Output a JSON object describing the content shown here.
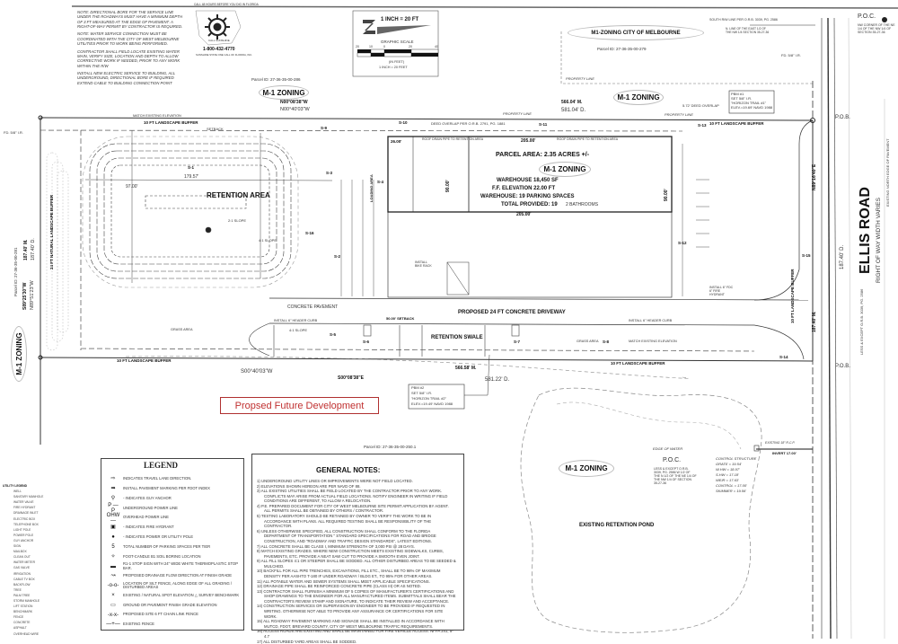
{
  "top_notes": [
    "NOTE: DIRECTIONAL BORE FOR THE SERVICE LINE UNDER THE ROADWAYS MUST HAVE A MINIMUM DEPTH OF 3 FT MEASURED AT THE EDGE OF PAVEMENT. A RIGHT-OF-WAY PERMIT BY CONTRACTOR IS REQUIRED.",
    "NOTE: WATER SERVICE CONNECTION MUST BE COORDINATED WITH THE CITY OF WEST MELBOURNE UTILITIES PRIOR TO WORK BEING PERFORMED.",
    "CONTRACTOR SHALL FIELD LOCATE EXISTING WATER MAIN, VERIFY SIZE, LOCATION AND DEPTH TO ALLOW CORRECTIVE WORK IF NEEDED, PRIOR TO ANY WORK WITHIN THE R/W",
    "INSTALL NEW ELECTRIC SERVICE TO BUILDING, ALL UNDERGROUND, DIRECTIONAL BORE IF REQUIRED EXTEND CABLE TO BUILDING CONNECTION POINT"
  ],
  "call811": {
    "header": "CALL 48 HOURS BEFORE YOU DIG IN FLORIDA",
    "logo_text": "CALL SUNSHINE",
    "phone": "1-800-432-4770",
    "footer": "SUNSHINE STATE ONE CALL OF FLORIDA, INC."
  },
  "scale": {
    "title": "1 INCH = 20 FT",
    "label": "GRAPHIC SCALE",
    "ticks": [
      "20",
      "10",
      "0",
      "20",
      "40"
    ],
    "units": "(IN FEET)",
    "ratio": "1 INCH = 20 FEET"
  },
  "zoning": {
    "melbourne": "M1-ZONING CITY OF MELBOURNE",
    "melbourne_parcel": "Parcel ID: 27-36-35-00-279",
    "north_parcel": "Parcel ID: 27-36-35-00-286",
    "west_parcel": "Parcel ID: 27-36-35-00-281",
    "south_parcel": "Parcel ID: 27-36-35-00-250.1",
    "m1": "M-1 ZONING",
    "property_line": "PROPERTY LINE"
  },
  "bearings": {
    "north_m": "566.04' M.",
    "north_d": "581.04' D.",
    "north_bearing_1": "N00°08'38\"W",
    "north_bearing_2": "N00°40'03\"W",
    "south_m": "566.58' M.",
    "south_d": "581.22' D.",
    "south_bearing_1": "S00°40'03\"W",
    "south_bearing_2": "S00°08'38\"E",
    "west_m": "187.40' M.",
    "west_d": "187.40' D.",
    "west_bearing_1": "S89°25'30\"W",
    "west_bearing_2": "N89°51'23\"W",
    "east_m": "187.40' M.",
    "east_bearing": "N89°16'40\"E",
    "east_d": "187.40' D."
  },
  "site": {
    "landscape_buffer_10": "10 FT LANDSCAPE BUFFER",
    "landscape_buffer_24": "24 FT NATURAL LANDSCAPE BUFFER",
    "setback": "SETBACK",
    "retention_area": "RETENTION AREA",
    "retention_dim_len": "179.57'",
    "retention_dim_w": "97.00'",
    "retention_slope": "2:1 SLOPE",
    "slope_41": "4:1 SLOPE",
    "concrete_pavement": "CONCRETE PAVEMENT",
    "driveway": "PROPOSED 24 FT CONCRETE DRIVEWAY",
    "retention_swale": "RETENTION SWALE",
    "loading_area": "LOADING AREA",
    "bathrooms": "2 BATHROOMS",
    "deed_overlap": "DEED OVERLAP PER O.R.B. 2791, PG. 1881",
    "overlap": "5.72' DEED OVERLAP",
    "match_existing": "MATCH EXISTING ELEVATION",
    "grass_area": "GRASS AREA",
    "roof_drain": "ROOF DRAIN PIPE TO RETENTION AREA",
    "header_curb": "INSTALL 6\" HEADER CURB",
    "bike_rack": "INSTALL BIKE RACK",
    "fire_hydrant": "INSTALL 6\" FDC 6\" FIRE HYDRANT",
    "setback_dim": "50.00' SETBACK",
    "dim_206": "205.00'",
    "dim_90": "90.00'",
    "dim_26": "26.00'",
    "boring_labels": [
      "S-1",
      "S-2",
      "S-3",
      "S-4",
      "S-5",
      "S-6",
      "S-7",
      "S-8",
      "S-9",
      "S-10",
      "S-11",
      "S-12",
      "S-13",
      "S-14",
      "S-15",
      "S-16"
    ]
  },
  "building": {
    "parcel_area": "PARCEL AREA: 2.35 ACRES +/-",
    "zoning": "M-1 ZONING",
    "warehouse": "WAREHOUSE 18,450 SF",
    "ff_elevation": "F.F. ELEVATION 22.00 FT",
    "parking": "WAREHOUSE: 19 PARKING SPACES",
    "total": "TOTAL PROVIDED: 19"
  },
  "benchmarks": {
    "pbm1": [
      "PBM #1",
      "SET 5/8\" I.R.",
      "\"HORIZON TRAIL #1\"",
      "ELEV.=19.69' NAVD 1988"
    ],
    "pbm2": [
      "PBM #2",
      "SET 5/8\" I.R.",
      "\"HORIZON TRAIL #2\"",
      "ELEV.=19.49' NAVD 1988"
    ]
  },
  "east": {
    "poc": "P.O.C.",
    "poc_desc": "NW CORNER OF THE NE 1/4 OF THE NW 1/4 OF SECTION 35-27-36",
    "pob": "P.O.B.",
    "pob2": "P.O.B.",
    "south_rw": "SOUTH R/W LINE PER O.R.B. 3039, PG. 2586",
    "n_line": "N. LINE OF THE EAST 1/2 OF THE NW 1/4 SECTION 35-27-36",
    "road": "ELLIS ROAD",
    "row": "RIGHT OF WAY WIDTH VARIES",
    "edge_pavement": "EXISTING NORTH EDGE OF PAVEMENT",
    "less_except": "LESS & EXCEPT O.R.B. 3039, PG. 2586",
    "fd": "FD. 5/8\" I.R."
  },
  "pond": {
    "zoning": "M-1 ZONING",
    "name": "EXISTING RETENTION POND",
    "edge": "EDGE OF WATER",
    "poc": "P.O.C.",
    "poc_desc": "LESS & EXCEPT O.R.B. 3039, PG. 2586 W 1/2 OF THE N 1/2 OF THE NE 1/4 OF THE NW 1/4 OF SECTION 35-27-36",
    "control": [
      "CONTROL STRUCTURE",
      "GRATE = 19.54'",
      "W.HW = 18.97'",
      "S.HW = 17.18'",
      "WEIR = 17.63'",
      "CONTROL = 17.00'",
      "SKIMMER = 19.56'"
    ],
    "invert": "INVERT 17.00'",
    "existing_rcp": "EXISTING 18\" R.C.P."
  },
  "future_development": "Propsed Future Development",
  "legend": {
    "title": "LEGEND",
    "items": [
      {
        "sym": "⇨",
        "text": "INDICATES TRAVEL LANE DIRECTION."
      },
      {
        "sym": "➡",
        "text": "INSTALL PAVEMENT MARKING PER FDOT INDEX"
      },
      {
        "sym": "⚲",
        "text": "- INDICATES GUY ANCHOR"
      },
      {
        "sym": "P — P",
        "text": "UNDERGROUND POWER LINE"
      },
      {
        "sym": "OHW —",
        "text": "OVERHEAD POWER LINE"
      },
      {
        "sym": "▣",
        "text": "- INDICATES FIRE HYDRANT"
      },
      {
        "sym": "●",
        "text": "- INDICATES POWER OR UTILITY POLE"
      },
      {
        "sym": "5",
        "text": "TOTAL NUMBER OF PARKING SPACES PER TIER"
      },
      {
        "sym": "✧",
        "text": "FOOT-CANDLE    B1 SOIL BORING LOCATION"
      },
      {
        "sym": "▬",
        "text": "R1-1 STOP SIGN WITH 24\" WIDE WHITE THERMOPLASTIC STOP BAR."
      },
      {
        "sym": "↝",
        "text": "PROPOSED DRAINAGE FLOW DIRECTION AT FINISH GRADE"
      },
      {
        "sym": "-o-o-",
        "text": "LOCATION OF SILT FENCE, ALONG EDGE OF ALL GRADING / DISTURBED AREAS"
      },
      {
        "sym": "×",
        "text": "EXISTING / NATURAL SPOT ELEVATION   △ SURVEY BENCHMARK"
      },
      {
        "sym": "▭",
        "text": "GROUND OR PAVEMENT FINISH GRADE ELEVATION"
      },
      {
        "sym": "-x-x-",
        "text": "PROPOSED SITE 6 FT CHAIN LINK FENCE"
      },
      {
        "sym": "—+—",
        "text": "EXISTING FENCE"
      }
    ]
  },
  "utility_legend": {
    "title": "UTILITY LEGEND",
    "items": [
      "WELL",
      "SANITARY MANHOLE",
      "WATER VALVE",
      "FIRE HYDRANT",
      "DRAINAGE INLET",
      "ELECTRIC BOX",
      "TELEPHONE BOX",
      "LIGHT POLE",
      "POWER POLE",
      "GUY ANCHOR",
      "SIGN",
      "MAILBOX",
      "CLEAN OUT",
      "WATER METER",
      "GAS VALVE",
      "IRRIGATION",
      "CABLE TV BOX",
      "BACKFLOW",
      "TREE",
      "PALM TREE",
      "STORM MANHOLE",
      "LIFT STATION",
      "BENCHMARK",
      "FENCE",
      "CONCRETE",
      "ASPHALT",
      "OVERHEAD WIRE"
    ]
  },
  "general_notes": {
    "title": "GENERAL NOTES:",
    "items": [
      "1) UNDERGROUND UTILITY LINES OR IMPROVEMENTS WERE NOT FIELD LOCATED.",
      "2) ELEVATIONS SHOWN HEREON ARE PER NAVD OF 88.",
      "3) ALL EXISTING UTILITIES SHALL BE FIELD LOCATED BY THE CONTRACTOR PRIOR TO ANY WORK. CONFLICTS MAY ARISE FROM ACTUAL FIELD LOCATIONS. NOTIFY ENGINEER IN WRITING IF FIELD CONDITIONS ARE DIFFERENT, TO ALLOW A RELOCATION.",
      "4) P.E. PREPARED DOCUMENT FOR CITY OF WEST MELBOURNE SITE PERMIT APPLICATION BY AGENT. ALL PERMITS SHALL BE OBTAINED BY OTHERS / CONTRACTOR.",
      "5) TESTING LABORATORY SHOULD BE RETAINED BY OWNER TO VERIFY THE WORK TO BE IN ACCORDANCE WITH PLANS. ALL REQUIRED TESTING SHALL BE RESPONSIBILITY OF THE CONTRACTOR.",
      "6) UNLESS OTHERWISE SPECIFIED, ALL CONSTRUCTION SHALL CONFORM TO THE FLORIDA DEPARTMENT OF TRANSPORTATION \" STANDARD SPECIFICATIONS FOR ROAD AND BRIDGE CONSTRUCTION, AND \"ROADWAY AND TRAFFIC DESIGN STANDARDS\", LATEST EDITIONS.",
      "7) ALL CONCRETE SHALL BE CLASS I, MINIMUM STRENGTH OF 3,000 PSI @ 28 DAYS.",
      "8) MATCH EXISTING GRADES. WHERE NEW CONSTRUCTION MEETS EXISTING SIDEWALKS, CURBS, PAVEMENTS, ETC. PROVIDE A NEAT SAW CUT TO PROVIDE A SMOOTH EVEN JOINT.",
      "9) ALL FILL SLOPES 4:1 OR STEEPER SHALL BE SODDED. ALL OTHER DISTURBED AREAS TO BE SEEDED & MULCHED.",
      "10) BACKFILL FOR ALL PIPE TRENCHES, EXCAVATIONS, FILL ETC., SHALL BE TO 98% OF MAXIMUM DENSITY PER AASHTO T-180 IF UNDER ROADWAY / BLDG ET., TO 95% FOR OTHER AREAS.",
      "11) ALL POTABLE WATER AND SEWER SYSTEMS SHALL MEET APPLICABLE SPECIFICATIONS.",
      "12) DRAINAGE PIPE SHALL BE REINFORCED CONCRETE PIPE (CLASS III) OR AS NOTED.",
      "13) CONTRACTOR SHALL FURNISH A MINIMUM OF 5 COPIES OF MANUFACTURER'S CERTIFICATIONS AND SHOP DRAWINGS TO THE ENGINEER FOR ALL MANUFACTURED ITEMS. SUBMITTALS SHALL BEAR THE CONTRACTOR'S REVIEW STAMP AND SIGNATURE, TO INDICATE THEIR REVIEW AND ACCEPTANCE.",
      "14) CONSTRUCTION SERVICES OR SUPERVISION BY ENGINEER TO BE PROVIDED IF REQUESTED IN WRITING. OTHERWISE NOT ABLE TO PROVIDE ANY ASSURANCE OR CERTIFICATIONS FOR SITE WORK.",
      "15) ALL ROADWAY PAVEMENT MARKING AND SIGNAGE SHALL BE INSTALLED IN ACCORDANCE WITH MUTCD, FDOT, BREVARD COUNTY, CITY OF WEST MELBOURNE TRAFFIC REQUIREMENTS.",
      "16) ACCESS ROADS ARE EXISTING AND SHALL BE MAINTAINED FOR FIRE VEHICLE ACCESS. NFPA 241, 5-4.7",
      "17) ALL DISTURBED YARD AREAS SHALL BE SODDED."
    ]
  },
  "colors": {
    "line": "#333333",
    "faint": "#999999",
    "future": "#c03030"
  }
}
